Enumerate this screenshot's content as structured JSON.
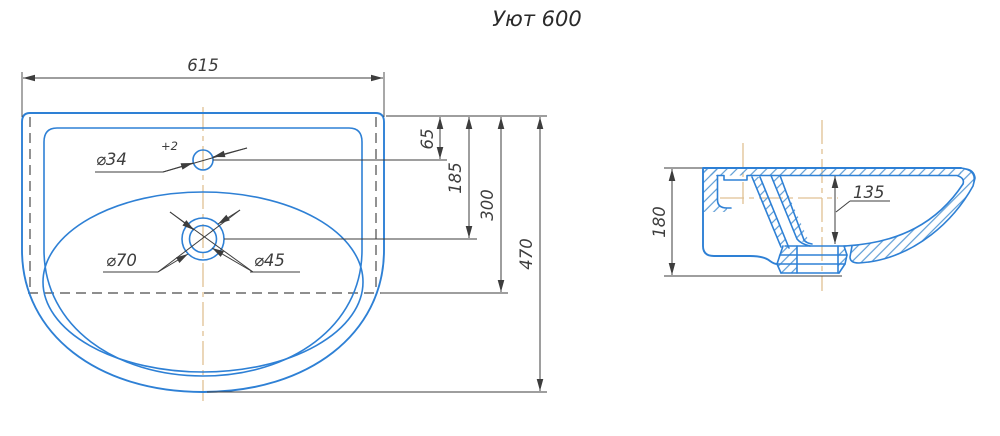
{
  "title": "Уют 600",
  "colors": {
    "outline_blue": "#2e80d5",
    "hatch_blue": "#5b9bd5",
    "dim_gray": "#3d3d3d",
    "hidden_gray": "#4a4a4a",
    "centerline_tan": "#e0c193",
    "background": "#ffffff"
  },
  "top_view": {
    "dim_width": "615",
    "dim_depth": "470",
    "dim_faucet_offset": "65",
    "dim_drain_offset": "185",
    "dim_overflow_offset": "300",
    "faucet_diameter": "⌀34",
    "faucet_tolerance": "+2",
    "drain_outer_diameter": "⌀70",
    "drain_inner_diameter": "⌀45"
  },
  "section_view": {
    "dim_height": "180",
    "dim_bowl_depth": "135"
  }
}
